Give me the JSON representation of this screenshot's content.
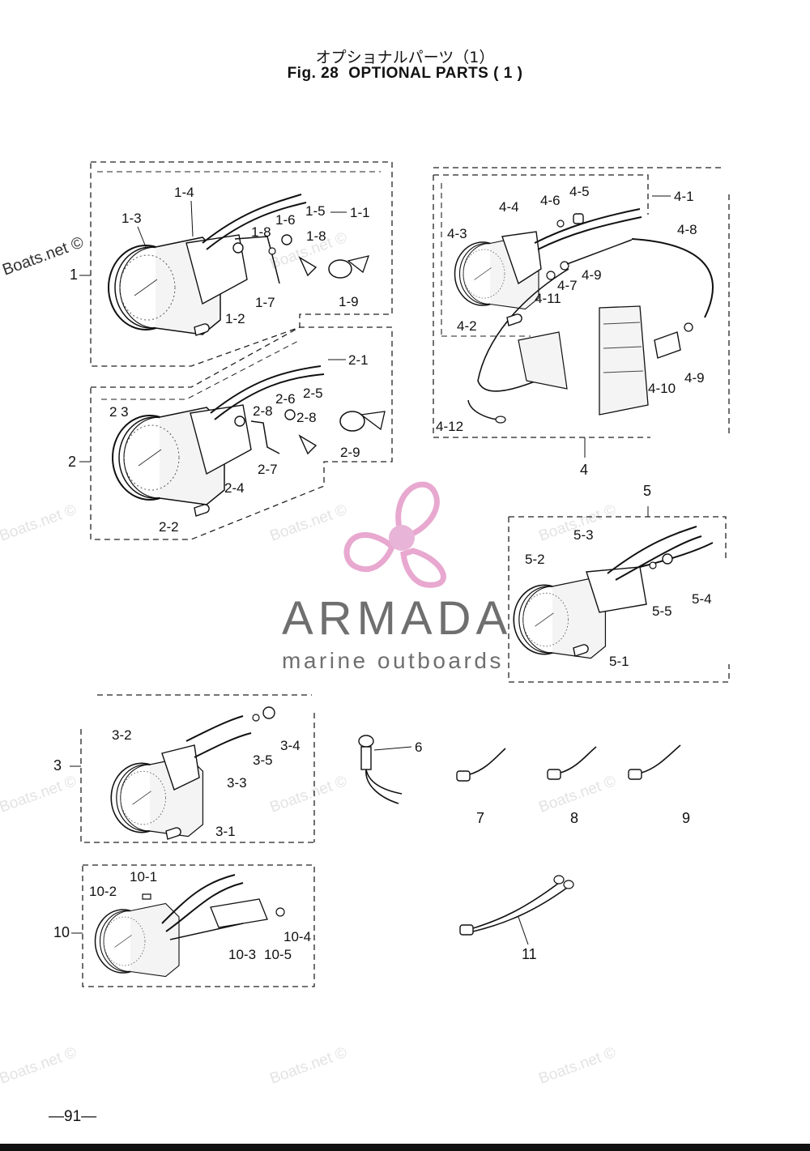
{
  "header": {
    "title_jp": "オプショナルパーツ（1）",
    "fig_label": "Fig. 28",
    "title_en": "OPTIONAL PARTS ( 1 )"
  },
  "watermarks": {
    "boats": "Boats.net ©"
  },
  "logo": {
    "name": "ARMADA",
    "tagline": "marine outboards",
    "propeller_color": "#e8a8cf",
    "hub_color": "#e8b4d8"
  },
  "callouts": {
    "g1": [
      "1",
      "1-1",
      "1-2",
      "1-3",
      "1-4",
      "1-5",
      "1-6",
      "1-7",
      "1-8",
      "1-8",
      "1-9"
    ],
    "g2": [
      "2",
      "2-1",
      "2-2",
      "2 3",
      "2-4",
      "2-5",
      "2-6",
      "2-7",
      "2-8",
      "2-8",
      "2-9"
    ],
    "g4": [
      "4",
      "4-1",
      "4-2",
      "4-3",
      "4-4",
      "4-5",
      "4-6",
      "4-7",
      "4-8",
      "4-9",
      "4-9",
      "4-10",
      "4-11",
      "4-12"
    ],
    "g5": [
      "5",
      "5-1",
      "5-2",
      "5-3",
      "5-4",
      "5-5"
    ],
    "g3": [
      "3",
      "3-1",
      "3-2",
      "3-3",
      "3-4",
      "3-5"
    ],
    "g10": [
      "10",
      "10-1",
      "10-2",
      "10-3",
      "10-5",
      "10-4"
    ],
    "single": [
      "6",
      "7",
      "8",
      "9",
      "11"
    ]
  },
  "footer": {
    "page_number": "—91—"
  }
}
